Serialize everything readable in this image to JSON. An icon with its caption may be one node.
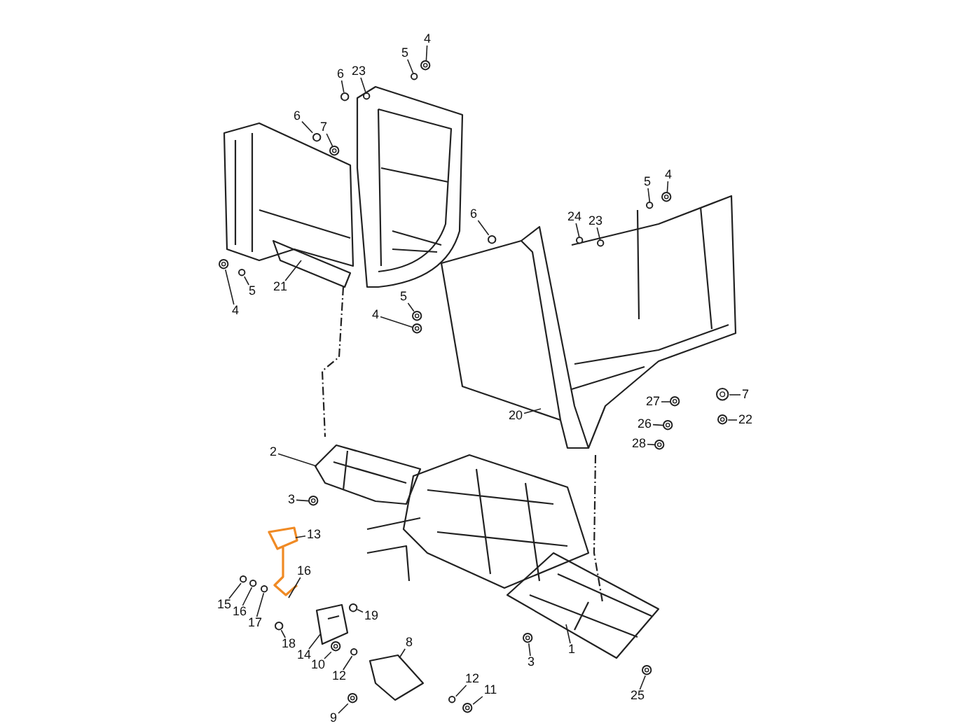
{
  "diagram": {
    "nodes": [
      {
        "text": [
          "4"
        ]
      },
      {
        "text": [
          "5"
        ]
      },
      {
        "text": [
          "6"
        ]
      },
      {
        "text": [
          "23"
        ]
      },
      {
        "text": [
          "6"
        ]
      },
      {
        "text": [
          "7"
        ]
      },
      {
        "text": [
          "4"
        ]
      },
      {
        "text": [
          "5"
        ]
      },
      {
        "text": [
          "6"
        ]
      },
      {
        "text": [
          "24"
        ]
      },
      {
        "text": [
          "23"
        ]
      },
      {
        "text": [
          "5"
        ]
      },
      {
        "text": [
          "21"
        ]
      },
      {
        "text": [
          "4"
        ]
      },
      {
        "text": [
          "5"
        ]
      },
      {
        "text": [
          "4"
        ]
      },
      {
        "text": [
          "7"
        ]
      },
      {
        "text": [
          "27"
        ]
      },
      {
        "text": [
          "20"
        ]
      },
      {
        "text": [
          "26"
        ]
      },
      {
        "text": [
          "22"
        ]
      },
      {
        "text": [
          "28"
        ]
      },
      {
        "text": [
          "2"
        ]
      },
      {
        "text": [
          "3"
        ]
      },
      {
        "text": [
          "13"
        ]
      },
      {
        "text": [
          "16"
        ]
      },
      {
        "text": [
          "15"
        ]
      },
      {
        "text": [
          "16"
        ]
      },
      {
        "text": [
          "17"
        ]
      },
      {
        "text": [
          "19"
        ]
      },
      {
        "text": [
          "8"
        ]
      },
      {
        "text": [
          "18"
        ]
      },
      {
        "text": [
          "1"
        ]
      },
      {
        "text": [
          "14"
        ]
      },
      {
        "text": [
          "10"
        ]
      },
      {
        "text": [
          "3"
        ]
      },
      {
        "text": [
          "12"
        ]
      },
      {
        "text": [
          "12"
        ]
      },
      {
        "text": [
          "11"
        ]
      },
      {
        "text": [
          "25"
        ]
      },
      {
        "text": [
          "9"
        ]
      },
      {
        "text": [],
        "shape": "circle"
      },
      {
        "text": [],
        "shape": "circle"
      },
      {
        "text": [],
        "shape": "circle"
      },
      {
        "text": [],
        "shape": "circle"
      },
      {
        "text": [],
        "shape": "circle"
      },
      {
        "text": [],
        "shape": "circle"
      },
      {
        "text": [],
        "shape": "circle"
      },
      {
        "text": [],
        "shape": "circle"
      },
      {
        "text": [],
        "shape": "circle"
      },
      {
        "text": [],
        "shape": "circle"
      },
      {
        "text": [],
        "shape": "circle"
      },
      {
        "text": [],
        "shape": "circle"
      },
      {
        "text": [],
        "shape": "circle"
      },
      {
        "text": [],
        "shape": "circle"
      },
      {
        "text": [],
        "shape": "circle"
      },
      {
        "text": [],
        "shape": "circle"
      },
      {
        "text": [],
        "shape": "circle"
      },
      {
        "text": [],
        "shape": "circle"
      },
      {
        "text": [],
        "shape": "circle"
      },
      {
        "text": [],
        "shape": "circle"
      },
      {
        "text": [],
        "shape": "circle"
      },
      {
        "text": [],
        "shape": "circle"
      },
      {
        "text": [],
        "shape": "circle"
      },
      {
        "text": [],
        "shape": "circle"
      },
      {
        "text": [],
        "shape": "circle"
      },
      {
        "text": [],
        "shape": "circle"
      },
      {
        "text": [],
        "shape": "circle"
      },
      {
        "text": [],
        "shape": "circle"
      },
      {
        "text": [],
        "shape": "circle"
      },
      {
        "text": [],
        "shape": "circle"
      },
      {
        "text": [],
        "shape": "circle"
      },
      {
        "text": [],
        "shape": "circle"
      },
      {
        "text": [],
        "shape": "circle"
      }
    ],
    "edges": [
      {
        "from": 0,
        "to": 41,
        "arrow": "none"
      },
      {
        "from": 1,
        "to": 42,
        "arrow": "none"
      },
      {
        "from": 2,
        "to": 43,
        "arrow": "none"
      },
      {
        "from": 3,
        "to": 44,
        "arrow": "none"
      },
      {
        "from": 4,
        "to": 45,
        "arrow": "none"
      },
      {
        "from": 5,
        "to": 46,
        "arrow": "none"
      },
      {
        "from": 6,
        "to": 47,
        "arrow": "none"
      },
      {
        "from": 7,
        "to": 48,
        "arrow": "none"
      },
      {
        "from": 8,
        "to": 49,
        "arrow": "none"
      },
      {
        "from": 9,
        "to": 50,
        "arrow": "none"
      },
      {
        "from": 10,
        "to": 51,
        "arrow": "none"
      },
      {
        "from": 11,
        "to": 52,
        "arrow": "none"
      },
      {
        "from": 12,
        "to": null,
        "arrow": "none"
      },
      {
        "from": 13,
        "to": 53,
        "arrow": "none"
      },
      {
        "from": 14,
        "to": 54,
        "arrow": "none"
      },
      {
        "from": 15,
        "to": 55,
        "arrow": "none"
      },
      {
        "from": 16,
        "to": 56,
        "arrow": "none"
      },
      {
        "from": 17,
        "to": 57,
        "arrow": "none"
      },
      {
        "from": 18,
        "to": null,
        "arrow": "none"
      },
      {
        "from": 19,
        "to": 58,
        "arrow": "none"
      },
      {
        "from": 20,
        "to": 59,
        "arrow": "none"
      },
      {
        "from": 21,
        "to": 60,
        "arrow": "none"
      },
      {
        "from": 22,
        "to": null,
        "arrow": "none"
      },
      {
        "from": 23,
        "to": 61,
        "arrow": "none"
      },
      {
        "from": 24,
        "to": null,
        "arrow": "none"
      },
      {
        "from": 25,
        "to": null,
        "arrow": "none"
      },
      {
        "from": 26,
        "to": 62,
        "arrow": "none"
      },
      {
        "from": 27,
        "to": 63,
        "arrow": "none"
      },
      {
        "from": 28,
        "to": 64,
        "arrow": "none"
      },
      {
        "from": 29,
        "to": 65,
        "arrow": "none"
      },
      {
        "from": 30,
        "to": null,
        "arrow": "none"
      },
      {
        "from": 31,
        "to": 66,
        "arrow": "none"
      },
      {
        "from": 32,
        "to": null,
        "arrow": "none"
      },
      {
        "from": 33,
        "to": null,
        "arrow": "none"
      },
      {
        "from": 34,
        "to": 67,
        "arrow": "none"
      },
      {
        "from": 35,
        "to": 68,
        "arrow": "none"
      },
      {
        "from": 36,
        "to": 69,
        "arrow": "none"
      },
      {
        "from": 37,
        "to": 70,
        "arrow": "none"
      },
      {
        "from": 38,
        "to": 71,
        "arrow": "none"
      },
      {
        "from": 39,
        "to": 72,
        "arrow": "none"
      },
      {
        "from": 40,
        "to": 73,
        "arrow": "none"
      }
    ]
  }
}
